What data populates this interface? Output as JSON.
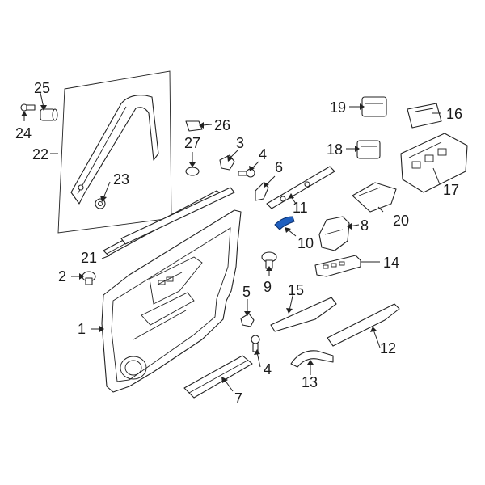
{
  "diagram": {
    "callouts": [
      {
        "id": "c1",
        "label": "1"
      },
      {
        "id": "c2",
        "label": "2"
      },
      {
        "id": "c3",
        "label": "3"
      },
      {
        "id": "c4a",
        "label": "4"
      },
      {
        "id": "c4b",
        "label": "4"
      },
      {
        "id": "c5",
        "label": "5"
      },
      {
        "id": "c6",
        "label": "6"
      },
      {
        "id": "c7",
        "label": "7"
      },
      {
        "id": "c8",
        "label": "8"
      },
      {
        "id": "c9",
        "label": "9"
      },
      {
        "id": "c10",
        "label": "10"
      },
      {
        "id": "c11",
        "label": "11"
      },
      {
        "id": "c12",
        "label": "12"
      },
      {
        "id": "c13",
        "label": "13"
      },
      {
        "id": "c14",
        "label": "14"
      },
      {
        "id": "c15",
        "label": "15"
      },
      {
        "id": "c16",
        "label": "16"
      },
      {
        "id": "c17",
        "label": "17"
      },
      {
        "id": "c18",
        "label": "18"
      },
      {
        "id": "c19",
        "label": "19"
      },
      {
        "id": "c20",
        "label": "20"
      },
      {
        "id": "c21",
        "label": "21"
      },
      {
        "id": "c22",
        "label": "22"
      },
      {
        "id": "c23",
        "label": "23"
      },
      {
        "id": "c24",
        "label": "24"
      },
      {
        "id": "c25",
        "label": "25"
      },
      {
        "id": "c26",
        "label": "26"
      },
      {
        "id": "c27",
        "label": "27"
      }
    ],
    "highlight_color": "#1f5fbf",
    "line_color": "#222222"
  }
}
